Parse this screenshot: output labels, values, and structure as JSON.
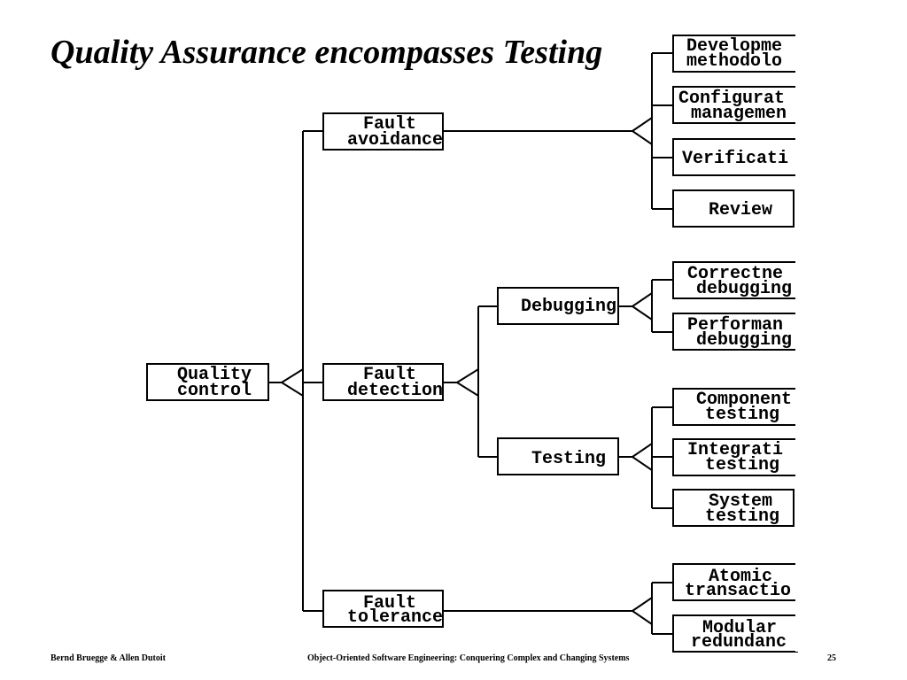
{
  "slide": {
    "title": "Quality Assurance encompasses Testing",
    "footer": {
      "authors": "Bernd Bruegge & Allen Dutoit",
      "book": "Object-Oriented Software Engineering: Conquering Complex and Changing Systems",
      "page": "25"
    }
  },
  "nodes": {
    "quality_control": [
      "Quality",
      "control"
    ],
    "fault_avoidance": [
      "Fault",
      "avoidance"
    ],
    "fault_detection": [
      "Fault",
      "detection"
    ],
    "fault_tolerance": [
      "Fault",
      "tolerance"
    ],
    "debugging": [
      "Debugging"
    ],
    "testing": [
      "Testing"
    ],
    "development_methodology": [
      "Developme",
      "methodolo"
    ],
    "configuration_management": [
      "Configurat",
      "managemen"
    ],
    "verification": [
      "Verificati"
    ],
    "review": [
      "Review"
    ],
    "correctness_debugging": [
      "Correctne",
      "debugging"
    ],
    "performance_debugging": [
      "Performan",
      "debugging"
    ],
    "component_testing": [
      "Component",
      "testing"
    ],
    "integration_testing": [
      "Integrati",
      "testing"
    ],
    "system_testing": [
      "System",
      "testing"
    ],
    "atomic_transactions": [
      "Atomic",
      "transactio"
    ],
    "modular_redundancy": [
      "Modular",
      "redundanc"
    ]
  }
}
